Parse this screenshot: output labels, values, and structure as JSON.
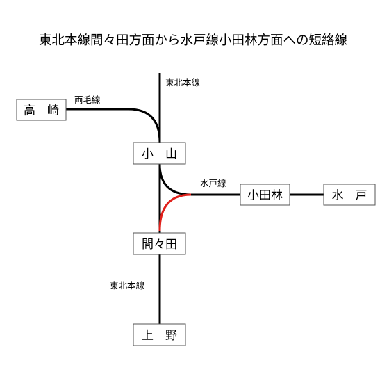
{
  "title": "東北本線間々田方面から水戸線小田林方面への短絡線",
  "stations": {
    "takasaki": "高　崎",
    "oyama": "小　山",
    "odabayashi": "小田林",
    "mito": "水　戸",
    "mamada": "間々田",
    "ueno": "上　野"
  },
  "line_labels": {
    "tohoku_top": "東北本線",
    "ryomo": "両毛線",
    "mito": "水戸線",
    "tohoku_bottom": "東北本線"
  },
  "colors": {
    "track": "#000000",
    "shortcut": "#e0201b"
  }
}
